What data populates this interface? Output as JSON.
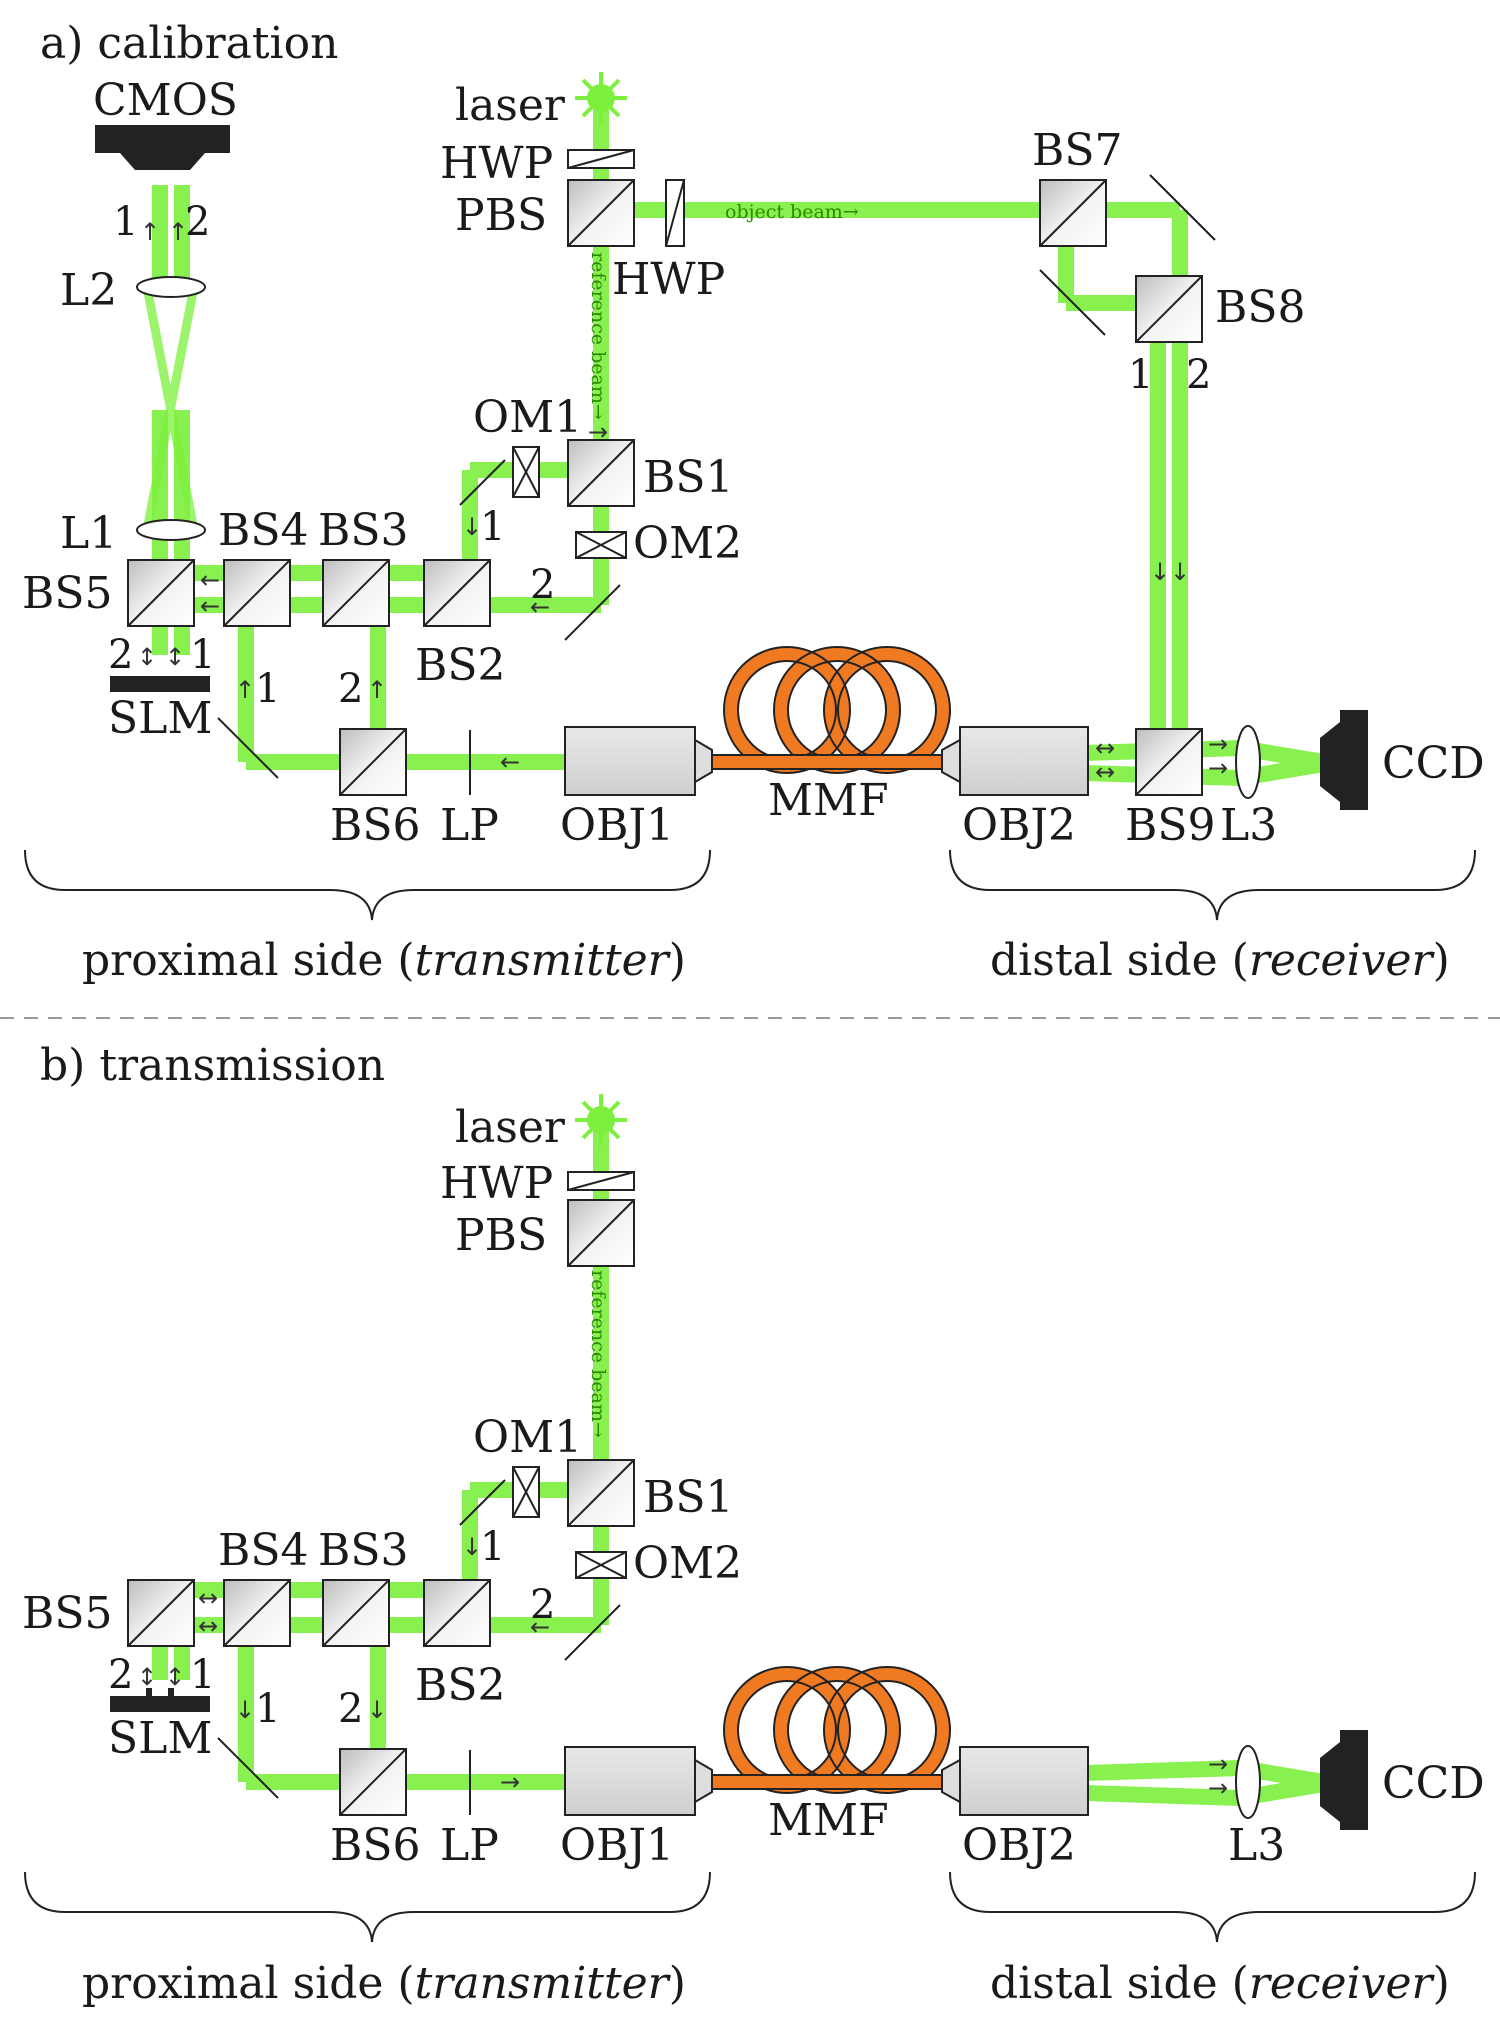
{
  "colors": {
    "beam": "#7CF03C",
    "fiber": "#F07A22",
    "component_fill": "#E2E2E2",
    "dark": "#222222"
  },
  "panel_a": {
    "title": "a) calibration",
    "cmos": "CMOS",
    "laser": "laser",
    "hwp_top": "HWP",
    "pbs": "PBS",
    "hwp_side": "HWP",
    "object_beam": "object beam→",
    "reference_beam": "reference beam→",
    "l2": "L2",
    "l1": "L1",
    "bs1": "BS1",
    "bs2": "BS2",
    "bs3": "BS3",
    "bs4": "BS4",
    "bs5": "BS5",
    "bs6": "BS6",
    "bs7": "BS7",
    "bs8": "BS8",
    "bs9": "BS9",
    "om1": "OM1",
    "om2": "OM2",
    "slm": "SLM",
    "lp": "LP",
    "obj1": "OBJ1",
    "obj2": "OBJ2",
    "mmf": "MMF",
    "l3": "L3",
    "ccd": "CCD",
    "proximal_prefix": "proximal side (",
    "proximal_italic": "transmitter",
    "proximal_suffix": ")",
    "distal_prefix": "distal side (",
    "distal_italic": "receiver",
    "distal_suffix": ")",
    "one": "1",
    "two": "2"
  },
  "panel_b": {
    "title": "b) transmission",
    "laser": "laser",
    "hwp_top": "HWP",
    "pbs": "PBS",
    "reference_beam": "reference beam→",
    "bs1": "BS1",
    "bs2": "BS2",
    "bs3": "BS3",
    "bs4": "BS4",
    "bs5": "BS5",
    "bs6": "BS6",
    "om1": "OM1",
    "om2": "OM2",
    "slm": "SLM",
    "lp": "LP",
    "obj1": "OBJ1",
    "obj2": "OBJ2",
    "mmf": "MMF",
    "l3": "L3",
    "ccd": "CCD",
    "proximal_prefix": "proximal side (",
    "proximal_italic": "transmitter",
    "proximal_suffix": ")",
    "distal_prefix": "distal side (",
    "distal_italic": "receiver",
    "distal_suffix": ")",
    "one": "1",
    "two": "2"
  }
}
